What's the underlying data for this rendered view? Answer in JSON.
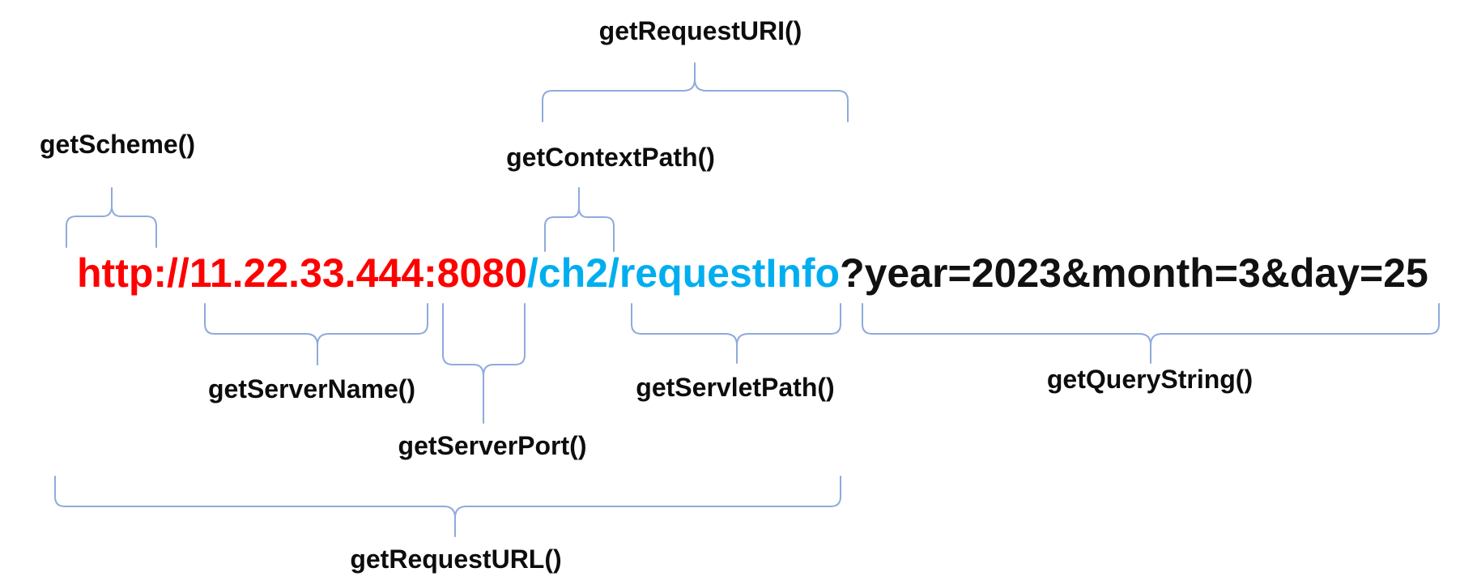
{
  "diagram": {
    "title_semantics": "HttpServletRequest URL accessor methods mapped onto an example request URL",
    "url": {
      "scheme_host_port": "http://11.22.33.444:8080",
      "context_and_servlet_path": "/ch2/requestInfo",
      "query": "?year=2023&month=3&day=25"
    },
    "labels": {
      "request_uri": "getRequestURI()",
      "scheme": "getScheme()",
      "context_path": "getContextPath()",
      "server_name": "getServerName()",
      "server_port": "getServerPort()",
      "servlet_path": "getServletPath()",
      "query_string": "getQueryString()",
      "request_url": "getRequestURL()"
    },
    "colors": {
      "scheme_host_port_text": "#ff0000",
      "path_text": "#00aeef",
      "query_text": "#111111",
      "label_text": "#0d0d0d",
      "brace_line": "#8faadc",
      "background": "#ffffff"
    }
  }
}
